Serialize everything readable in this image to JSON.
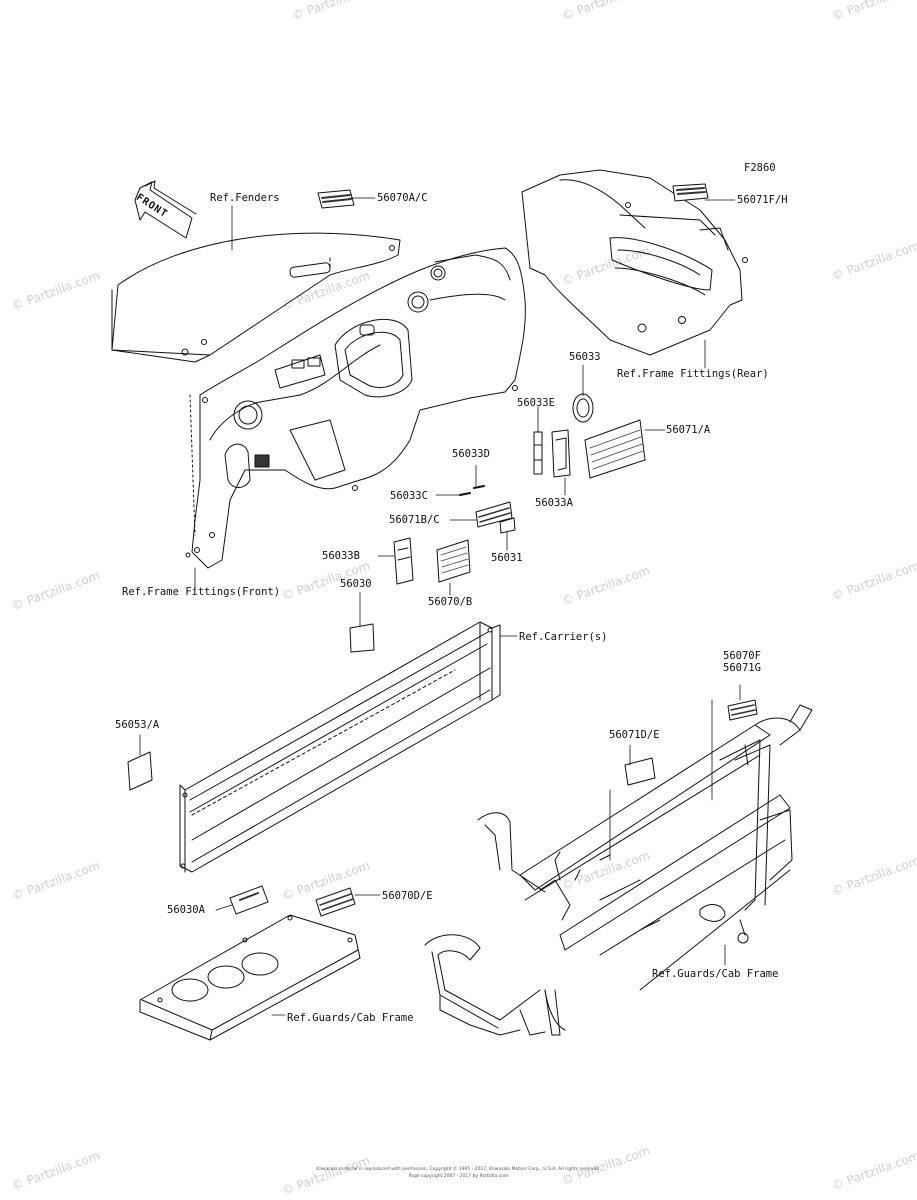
{
  "figure_code": "F2860",
  "front_arrow_label": "FRONT",
  "labels": {
    "p56070ac": "56070A/C",
    "ref_fenders": "Ref.Fenders",
    "p56071fh": "56071F/H",
    "ref_frame_rear": "Ref.Frame Fittings(Rear)",
    "p56033": "56033",
    "p56033e": "56033E",
    "p56071a": "56071/A",
    "p56033a": "56033A",
    "p56033d": "56033D",
    "p56033c": "56033C",
    "p56071bc": "56071B/C",
    "p56033b": "56033B",
    "p56031": "56031",
    "p56070b": "56070/B",
    "ref_frame_front": "Ref.Frame Fittings(Front)",
    "p56030": "56030",
    "ref_carriers": "Ref.Carrier(s)",
    "p56070f": "56070F",
    "p56071g": "56071G",
    "p56053a": "56053/A",
    "p56071de": "56071D/E",
    "p56030a": "56030A",
    "p56070de": "56070D/E",
    "ref_guards_right": "Ref.Guards/Cab Frame",
    "ref_guards_left": "Ref.Guards/Cab Frame"
  },
  "watermark": "© Partzilla.com",
  "copyright_line1": "Kawasaki material is reproduced with permission. Copyright © 1995 - 2017, Kawasaki Motors Corp., U.S.A. All rights reserved.",
  "copyright_line2": "Page copyright 2007 - 2017 by Partzilla.com"
}
